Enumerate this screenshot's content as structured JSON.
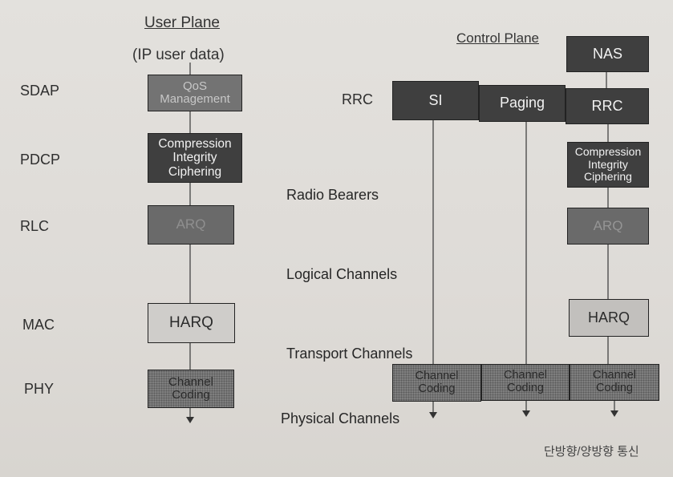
{
  "layers": [
    "SDAP",
    "PDCP",
    "RLC",
    "MAC",
    "PHY"
  ],
  "user_plane": {
    "title": "User Plane",
    "input_label": "(IP user data)",
    "sdap_box": "QoS\nManagement",
    "pdcp_box": "Compression\nIntegrity\nCiphering",
    "rlc_box": "ARQ",
    "mac_box": "HARQ",
    "phy_box": "Channel\nCoding"
  },
  "control_plane": {
    "title": "Control Plane",
    "nas_box": "NAS",
    "rrc_label": "RRC",
    "rrc_boxes": [
      "SI",
      "Paging",
      "RRC"
    ],
    "pdcp_box": "Compression\nIntegrity\nCiphering",
    "rlc_box": "ARQ",
    "mac_box": "HARQ",
    "phy_boxes": [
      "Channel\nCoding",
      "Channel\nCoding",
      "Channel\nCoding"
    ]
  },
  "channels": {
    "radio_bearers": "Radio Bearers",
    "logical": "Logical Channels",
    "transport": "Transport Channels",
    "physical": "Physical Channels"
  },
  "footer_note": "단방향/양방향 통신",
  "colors": {
    "dark_box": "#3f3f3f",
    "mid_box": "#737373",
    "light_box": "#cfcdca",
    "line": "#444444"
  }
}
